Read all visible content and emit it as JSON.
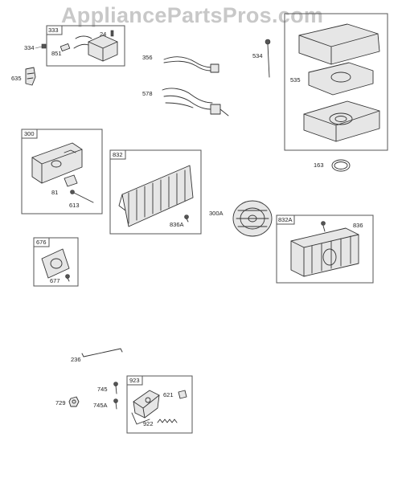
{
  "watermark": "AppliancePartsPros.com",
  "group_tags": {
    "g333": "333",
    "g300": "300",
    "g832": "832",
    "g676": "676",
    "g832a": "832A",
    "g923": "923"
  },
  "part_labels": {
    "p334": "334",
    "p851": "851",
    "p24": "24",
    "p635": "635",
    "p356": "356",
    "p578": "578",
    "p534": "534",
    "p535": "535",
    "p163": "163",
    "p81": "81",
    "p613": "613",
    "p836a": "836A",
    "p300a": "300A",
    "p836": "836",
    "p677": "677",
    "p236": "236",
    "p745": "745",
    "p745a": "745A",
    "p729": "729",
    "p621": "621",
    "p922": "922"
  }
}
